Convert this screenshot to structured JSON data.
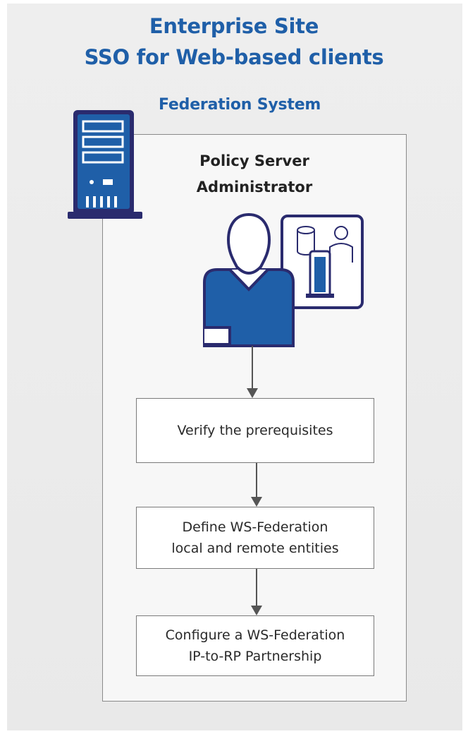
{
  "title": {
    "line1": "Enterprise Site",
    "line2": "SSO for Web-based clients"
  },
  "system": {
    "name": "Federation System"
  },
  "role": {
    "line1": "Policy Server",
    "line2": "Administrator"
  },
  "steps": [
    {
      "lines": [
        "Verify the prerequisites"
      ]
    },
    {
      "lines": [
        "Define WS-Federation",
        "local and remote entities"
      ]
    },
    {
      "lines": [
        "Configure a WS-Federation",
        "IP-to-RP Partnership"
      ]
    }
  ],
  "icons": {
    "server": "server-icon",
    "administrator": "administrator-icon",
    "admin_console": "admin-console-icon"
  },
  "colors": {
    "title": "#1f5fa8",
    "icon_fill": "#1f5fa8",
    "icon_stroke": "#2a2b6e"
  }
}
